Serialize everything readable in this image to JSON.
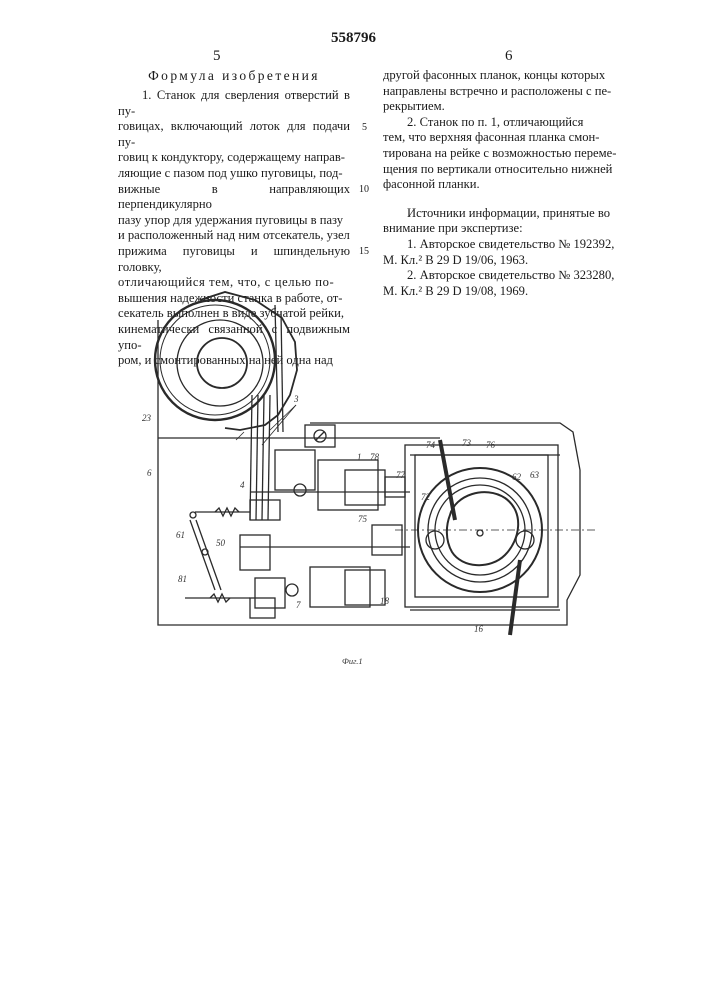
{
  "patent_number": "558796",
  "left_column": {
    "page_number": "5",
    "heading": "Формула изобретения",
    "lines": [
      "1. Станок для сверления отверстий в пу-",
      "говицах, включающий лоток для подачи пу-",
      "говиц к кондуктору, содержащему направ-",
      "ляющие с пазом под ушко пуговицы, под-",
      "вижные в направляющих перпендикулярно",
      "пазу упор для удержания пуговицы в пазу",
      "и расположенный над ним отсекатель, узел",
      "прижима пуговицы и шпиндельную головку,",
      "отличающийся тем, что, с целью по-",
      "вышения надежности станка в работе, от-",
      "секатель выполнен в виде зубчатой рейки,",
      "кинематически связанной с подвижным упо-",
      "ром, и смонтированных на ней одна над"
    ]
  },
  "right_column": {
    "page_number": "6",
    "lines": [
      "другой фасонных планок, концы которых",
      "направлены встречно и расположены с пе-",
      "рекрытием.",
      "2. Станок по п. 1, отличающийся",
      "тем, что верхняя фасонная планка смон-",
      "тирована на рейке с возможностью переме-",
      "щения по вертикали относительно нижней",
      "фасонной планки."
    ],
    "sources_heading": [
      "Источники информации, принятые во",
      "внимание при экспертизе:"
    ],
    "sources": [
      "1. Авторское свидетельство № 192392,",
      "М. Кл.² В 29 D 19/06, 1963.",
      "2. Авторское свидетельство № 323280,",
      "М. Кл.² В 29 D 19/08, 1969."
    ]
  },
  "line_numbers": [
    "5",
    "10",
    "15"
  ],
  "figure": {
    "labels": [
      "23",
      "6",
      "1",
      "3",
      "4",
      "78",
      "77",
      "75",
      "74",
      "73",
      "76",
      "72",
      "62",
      "63",
      "61",
      "50",
      "81",
      "7",
      "18",
      "16"
    ],
    "caption": "Фиг.1"
  }
}
